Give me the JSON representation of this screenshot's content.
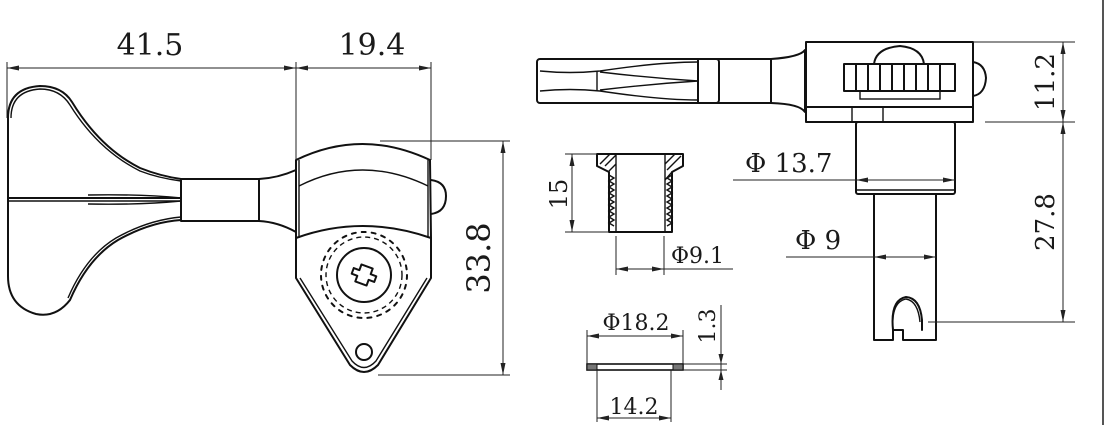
{
  "drawing": {
    "subject": "Bass guitar tuning machine (tuner) dimensional drawing",
    "colors": {
      "line": "#111111",
      "background": "#ffffff",
      "border": "#555555"
    },
    "side_view": {
      "dimensions": {
        "button_length": "41.5",
        "housing_width": "19.4",
        "plate_height": "33.8"
      }
    },
    "top_view": {
      "dimensions": {
        "housing_height": "11.2",
        "post_length": "27.8",
        "housing_diameter": "Φ 13.7",
        "post_diameter": "Φ 9"
      }
    },
    "bushing": {
      "dimensions": {
        "height": "15",
        "inner_diameter": "Φ9.1"
      }
    },
    "washer": {
      "dimensions": {
        "outer_diameter": "Φ18.2",
        "inner_diameter": "14.2",
        "thickness": "1.3"
      }
    }
  }
}
